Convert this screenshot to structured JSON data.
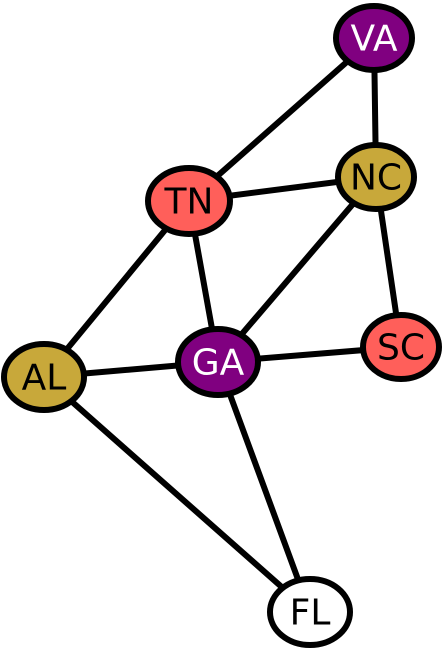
{
  "graph": {
    "colors": {
      "purple": "#800080",
      "salmon": "#ff5f5a",
      "gold": "#c8a83a",
      "white": "#ffffff",
      "edge": "#000000"
    },
    "nodes": [
      {
        "id": "VA",
        "label": "VA",
        "fill": "#800080",
        "text_color": "#ffffff"
      },
      {
        "id": "NC",
        "label": "NC",
        "fill": "#c8a83a",
        "text_color": "#000000"
      },
      {
        "id": "TN",
        "label": "TN",
        "fill": "#ff5f5a",
        "text_color": "#000000"
      },
      {
        "id": "SC",
        "label": "SC",
        "fill": "#ff5f5a",
        "text_color": "#000000"
      },
      {
        "id": "GA",
        "label": "GA",
        "fill": "#800080",
        "text_color": "#ffffff"
      },
      {
        "id": "AL",
        "label": "AL",
        "fill": "#c8a83a",
        "text_color": "#000000"
      },
      {
        "id": "FL",
        "label": "FL",
        "fill": "#ffffff",
        "text_color": "#000000"
      }
    ],
    "edges": [
      [
        "VA",
        "NC"
      ],
      [
        "VA",
        "TN"
      ],
      [
        "TN",
        "NC"
      ],
      [
        "TN",
        "AL"
      ],
      [
        "TN",
        "GA"
      ],
      [
        "NC",
        "GA"
      ],
      [
        "NC",
        "SC"
      ],
      [
        "GA",
        "SC"
      ],
      [
        "GA",
        "AL"
      ],
      [
        "GA",
        "FL"
      ],
      [
        "AL",
        "FL"
      ]
    ]
  }
}
